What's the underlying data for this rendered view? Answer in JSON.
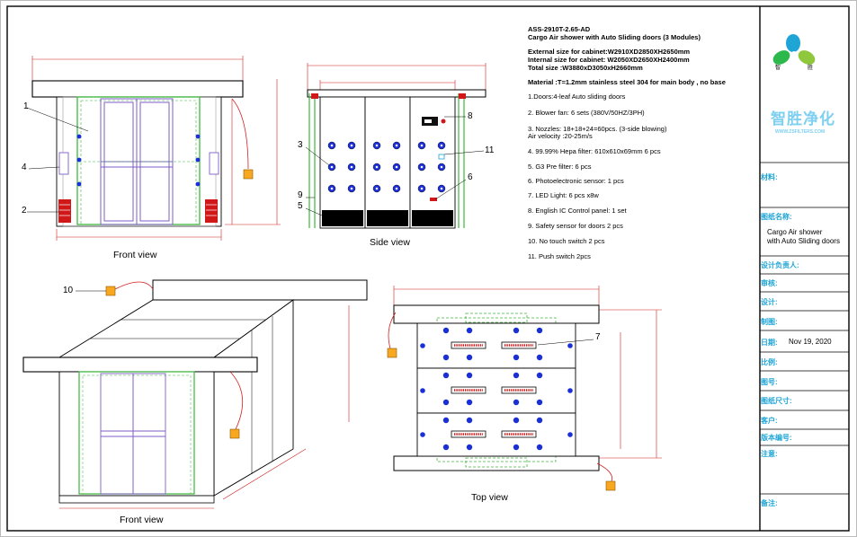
{
  "model": "ASS-2910T-2.65-AD",
  "product_line": "Cargo Air shower with Auto Sliding doors  (3 Modules)",
  "sizes": [
    "External size for cabinet:W2910XD2850XH2650mm",
    "Internal size for cabinet: W2050XD2650XH2400mm",
    "Total size :W3880xD3050xH2660mm"
  ],
  "material": "Material :T=1.2mm stainless steel 304 for main body , no base",
  "components": [
    "1.Doors:4-leaf Auto sliding doors",
    "2. Blower fan:     6 sets (380V/50HZ/3PH)",
    "3. Nozzles:  18+18+24=60pcs. (3-side blowing)",
    "    Air velocity :20-25m/s",
    "4. 99.99% Hepa filter: 610x610x69mm 6 pcs",
    "5. G3 Pre filter: 6 pcs",
    "6. Photoelectronic sensor: 1 pcs",
    "7. LED Light: 6 pcs x8w",
    "8. English IC Control  panel: 1 set",
    "9. Safety sensor for doors  2 pcs",
    "10. No touch switch 2 pcs",
    "11. Push switch 2pcs"
  ],
  "views": {
    "front": "Front view",
    "side": "Side view",
    "top": "Top  view",
    "iso": "Front view"
  },
  "callouts": {
    "front": [
      "1",
      "4",
      "2"
    ],
    "side": [
      "3",
      "9",
      "5",
      "8",
      "11",
      "6"
    ],
    "iso": [
      "10"
    ],
    "top": [
      "7"
    ]
  },
  "logo": {
    "chars": [
      "智",
      "胜"
    ],
    "name": "智胜净化",
    "url": "WWW.ZSFILTERS.COM"
  },
  "title_block": {
    "material_label": "材料:",
    "drawing_name_label": "图纸名称:",
    "drawing_name_value_1": "Cargo Air shower",
    "drawing_name_value_2": "with Auto Sliding doors",
    "designer_label": "设计负责人:",
    "review_label": "审核:",
    "design_label": "设计:",
    "draft_label": "制图:",
    "date_label": "日期:",
    "date_value": "Nov 19, 2020",
    "scale_label": "比例:",
    "number_label": "图号:",
    "size_label": "图纸尺寸:",
    "customer_label": "客户:",
    "version_label": "版本编号:",
    "notes_label": "注意:",
    "remarks_label": "备注:"
  },
  "colors": {
    "accent": "#1ea5d6",
    "frame_green": "#3cb83c",
    "door_purple": "#7f5cc8",
    "nozzle_blue": "#1a2fd6",
    "fan_red": "#d01818"
  }
}
